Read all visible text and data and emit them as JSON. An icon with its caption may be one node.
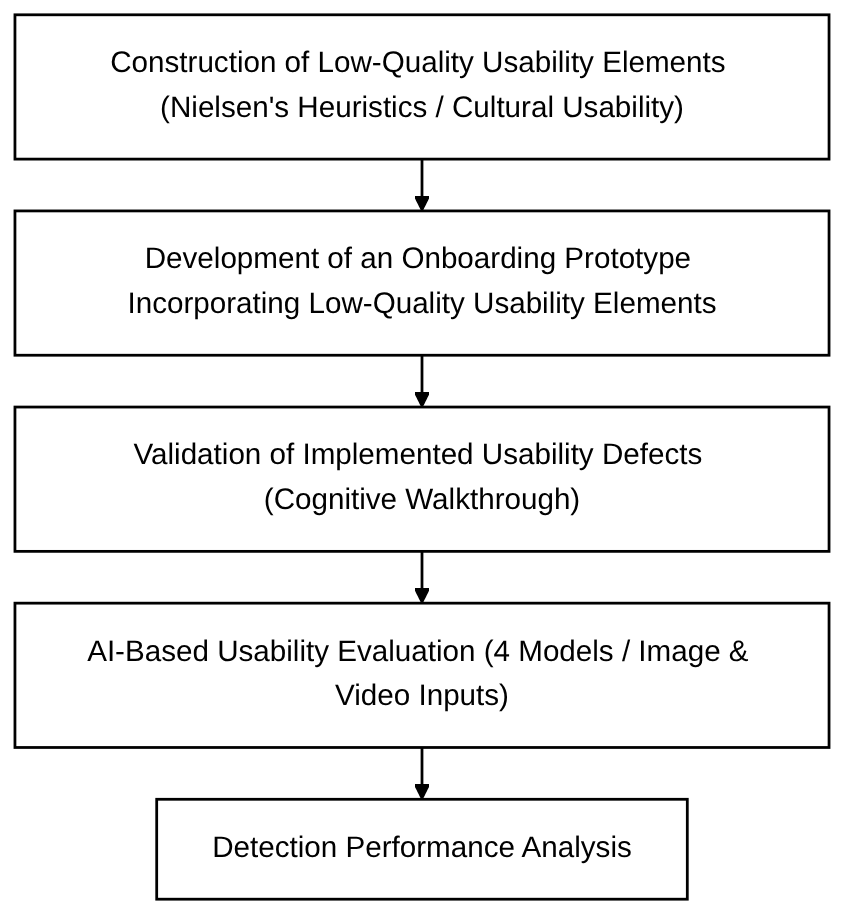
{
  "diagram": {
    "nodes": [
      {
        "text": [
          "Construction of Low-Quality Usability Elements (Nielsen's Heuristics / Cultural Usability)"
        ]
      },
      {
        "text": [
          "Development of an Onboarding Prototype Incorporating Low-Quality Usability Elements"
        ]
      },
      {
        "text": [
          "Validation of Implemented Usability Defects (Cognitive Walkthrough)"
        ]
      },
      {
        "text": [
          "AI-Based Usability Evaluation (4 Models / Image & Video Inputs)"
        ]
      },
      {
        "text": [
          "Detection Performance Analysis"
        ]
      }
    ],
    "edges": [
      {
        "from": 0,
        "to": 1,
        "arrow": "to"
      },
      {
        "from": 1,
        "to": 2,
        "arrow": "to"
      },
      {
        "from": 2,
        "to": 3,
        "arrow": "to"
      },
      {
        "from": 3,
        "to": 4,
        "arrow": "to"
      }
    ]
  }
}
